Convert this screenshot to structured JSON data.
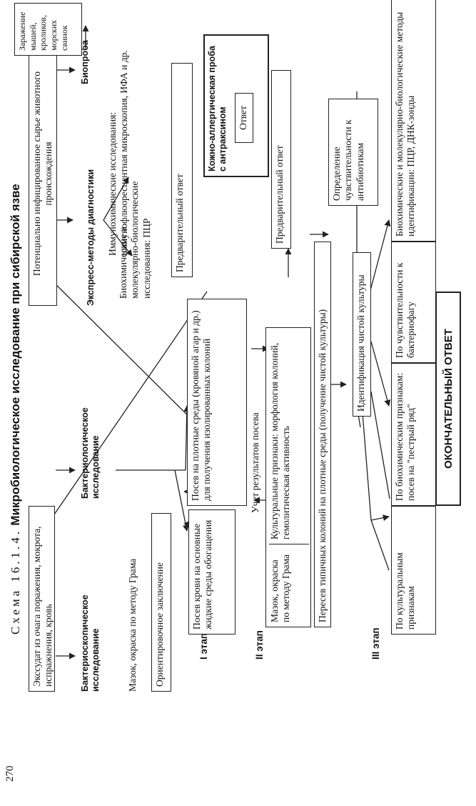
{
  "page_number": "270",
  "title": {
    "label": "Схема 16.1.4.",
    "text": "Микробиологическое исследование при сибирской язве"
  },
  "stages": {
    "first": "I этап",
    "second": "II этап",
    "third": "III этап"
  },
  "top_row": {
    "exudate": "Экссудат из очага поражения, мокрота, испражнения, кровь",
    "raw_material": "Потенциально инфицированное сырье животного происхождения"
  },
  "methods": {
    "bacterioscopic": "Бактериоскопическое исследование",
    "bacteriological": "Бактериологическое исследование",
    "express": "Экспресс-методы диагностики",
    "bioassay": "Биопроба",
    "bioassay_detail": "Заражение мышей, кроликов, морских свинок"
  },
  "stage1": {
    "smear_gram": "Мазок, окраска по методу Грама",
    "tentative_conclusion": "Ориентировочное заключение",
    "blood_culture": "Посев крови на основные жидкие среды обогащения",
    "solid_media": "Посев на плотные среды (кровяной агар и др.) для получения изолированных колоний",
    "biochem_pcr": "Биохимические и молекулярно-биологические исследования: ПЦР",
    "immunochem": "Иммунохимические исследования: иммунофлюоресцентная микроскопия, ИФА и др.",
    "preliminary_answer": "Предварительный ответ",
    "skin_test": "Кожно-аллергическая проба с антраксином",
    "skin_test_answer": "Ответ"
  },
  "stage2": {
    "account": "Учет результатов посева",
    "smear_gram": "Мазок, окраска по методу Грама",
    "cultural_signs": "Культуральные признаки: морфология колоний, гемолитическая активность",
    "preliminary_answer": "Предварительный ответ",
    "subculture": "Пересев типичных колоний на плотные среды (получение чистой культуры)"
  },
  "stage3": {
    "identification": "Идентификация чистой культуры",
    "antibiotic_sensitivity": "Определение чувствительности к антибиотикам",
    "by_cultural": "По культуральным признакам",
    "by_biochemical": "По биохимическим признакам: посев на \"пестрый ряд\"",
    "by_phage": "По чувствительности к бактериофагу",
    "molecular": "Биохимические и молекулярно-биологические методы идентификации: ПЦР, ДНК-зонды",
    "final_answer": "ОКОНЧАТЕЛЬНЫЙ ОТВЕТ"
  }
}
